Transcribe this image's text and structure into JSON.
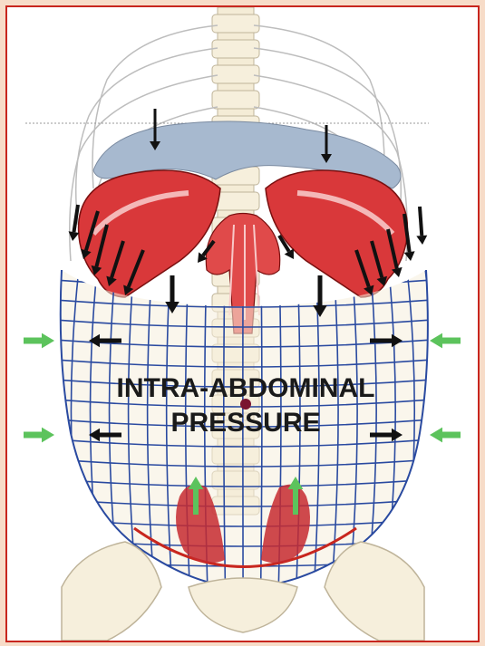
{
  "diagram": {
    "label_line1": "INTRA-ABDOMINAL",
    "label_line2": "PRESSURE",
    "colors": {
      "frame_border": "#c8261e",
      "muscle_red": "#d9383a",
      "grid_blue": "#2a4aa0",
      "arrow_black": "#111111",
      "arrow_green": "#5cc35c",
      "bone": "#f6efdc",
      "diaphragm_band": "#a7b9cf"
    },
    "arrows": {
      "compression_down": "arrow-down",
      "inward_side": "arrow-inward-green",
      "outward_side": "arrow-outward-black",
      "pelvic_up": "arrow-up-green"
    }
  }
}
